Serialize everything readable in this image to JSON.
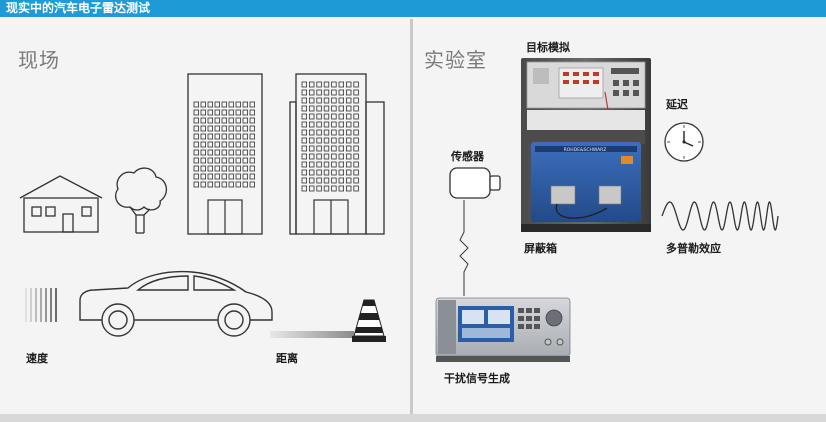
{
  "header": {
    "title": "现实中的汽车电子雷达测试"
  },
  "field": {
    "title": "现场",
    "speed_label": "速度",
    "distance_label": "距离"
  },
  "lab": {
    "title": "实验室",
    "target_sim_label": "目标模拟",
    "sensor_label": "传感器",
    "delay_label": "延迟",
    "shield_box_label": "屏蔽箱",
    "doppler_label": "多普勒效应",
    "interference_label": "干扰信号生成"
  },
  "instrument": {
    "brand_text": "ROHDE&SCHWARZ"
  },
  "colors": {
    "header": "#1e9bd7",
    "instrument_blue": "#2e5ea8",
    "line_art": "#333333"
  }
}
